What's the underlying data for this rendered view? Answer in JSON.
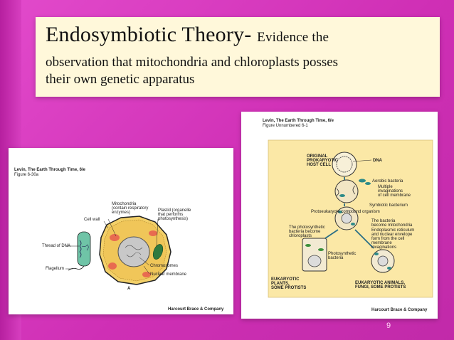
{
  "title": {
    "heading": "Endosymbiotic Theory-",
    "heading_small": "Evidence the",
    "line2": "observation that mitochondria and chloroplasts posses",
    "line3": "their own genetic apparatus"
  },
  "left_figure": {
    "caption_line1": "Levin, The Earth Through Time, 6/e",
    "caption_line2": "Figure 6-30a",
    "labels": {
      "mito_l1": "Mitochondria",
      "mito_l2": "(contain respiratory",
      "mito_l3": "enzymes)",
      "plastid_l1": "Plastid (organelle",
      "plastid_l2": "that performs",
      "plastid_l3": "photosynthesis)",
      "cell_wall": "Cell wall",
      "dna": "Thread of DNA",
      "flagellum": "Flagellum",
      "chromosomes": "Chromosomes",
      "nuclear": "Nuclear membrane",
      "panel_a": "A"
    },
    "credit": "Harcourt Brace & Company"
  },
  "right_figure": {
    "caption_line1": "Levin, The Earth Through Time, 6/e",
    "caption_line2": "Figure Unnumbered 6-1",
    "labels": {
      "orig_l1": "ORIGINAL",
      "orig_l2": "PROKARYOTIC",
      "orig_l3": "HOST CELL",
      "dna": "DNA",
      "aerobic": "Aerobic bacteria",
      "mult_l1": "Multiple",
      "mult_l2": "invaginations",
      "mult_l3": "of cell membrane",
      "symbiotic": "Symbiotic bacterium",
      "proto": "Protoeukaryote compound organism",
      "bact_l1": "The bacteria",
      "bact_l2": "become mitochondria",
      "endo_l1": "Endoplasmic reticulum",
      "endo_l2": "and nuclear envelope",
      "endo_l3": "form from the cell",
      "endo_l4": "membrane",
      "endo_l5": "invaginations",
      "photo_l1": "The photosynthetic",
      "photo_l2": "bacteria become",
      "photo_l3": "chloroplasts",
      "photob_l1": "Photosynthetic",
      "photob_l2": "bacteria",
      "euk_l1": "EUKARYOTIC",
      "euk_l2": "PLANTS,",
      "euk_l3": "SOME PROTISTS",
      "euka_l1": "EUKARYOTIC ANIMALS,",
      "euka_l2": "FUNGI, SOME PROTISTS"
    },
    "credit": "Harcourt Brace & Company"
  },
  "page_number": "9",
  "colors": {
    "background": "#d63fbf",
    "title_box": "#fff8da",
    "diagram_bg": "#fbe8a6"
  }
}
